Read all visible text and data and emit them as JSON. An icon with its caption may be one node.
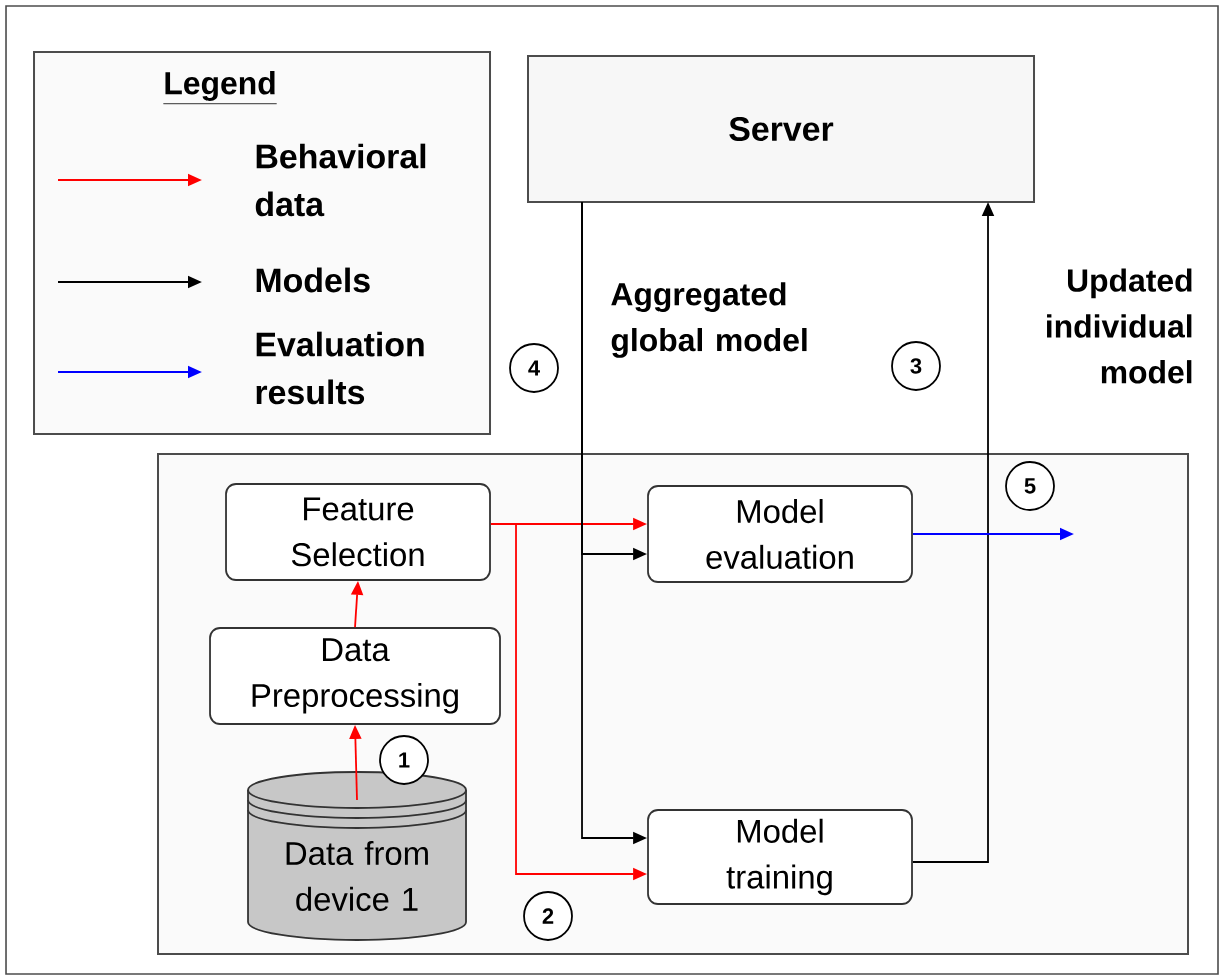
{
  "diagram": {
    "nodes": [
      {
        "text": [
          "Server"
        ]
      },
      {
        "text": [],
        "shape": "box"
      },
      {
        "text": [
          "Feature Selection"
        ],
        "in": 1
      },
      {
        "text": [
          "Model evaluation"
        ],
        "in": 1
      },
      {
        "text": [
          "Data Preprocessing"
        ],
        "in": 1
      },
      {
        "text": [
          "Model training"
        ],
        "in": 1
      },
      {
        "text": [
          "Data from device 1"
        ],
        "in": 1
      },
      {
        "text": [
          "4"
        ]
      },
      {
        "text": [
          "3"
        ]
      },
      {
        "text": [
          "5"
        ],
        "in": 1
      },
      {
        "text": [
          "1"
        ],
        "in": 1
      },
      {
        "text": [
          "2"
        ],
        "in": 1
      }
    ],
    "edges": [
      {
        "from": 6,
        "to": 4,
        "arrow": "to",
        "color": "#ff0000"
      },
      {
        "from": 4,
        "to": 2,
        "arrow": "to",
        "color": "#ff0000"
      },
      {
        "from": 2,
        "to": 3,
        "arrow": "to",
        "color": "#ff0000"
      },
      {
        "from": 2,
        "to": 5,
        "arrow": "to",
        "color": "#ff0000"
      },
      {
        "from": 0,
        "to": 3,
        "arrow": "to",
        "color": "#000000",
        "label": "Aggregated global model"
      },
      {
        "from": 0,
        "to": 5,
        "arrow": "to",
        "color": "#000000"
      },
      {
        "from": 5,
        "to": 0,
        "arrow": "to",
        "color": "#000000",
        "label": "Updated individual model"
      },
      {
        "from": 3,
        "to": null,
        "arrow": "to",
        "color": "#0000ff"
      }
    ],
    "labels": [
      "Legend"
    ],
    "legend": [
      {
        "text": "Behavioral data",
        "color": "#ff0000"
      },
      {
        "text": "Models",
        "color": "#000000"
      },
      {
        "text": "Evaluation results",
        "color": "#0000ff"
      }
    ]
  }
}
